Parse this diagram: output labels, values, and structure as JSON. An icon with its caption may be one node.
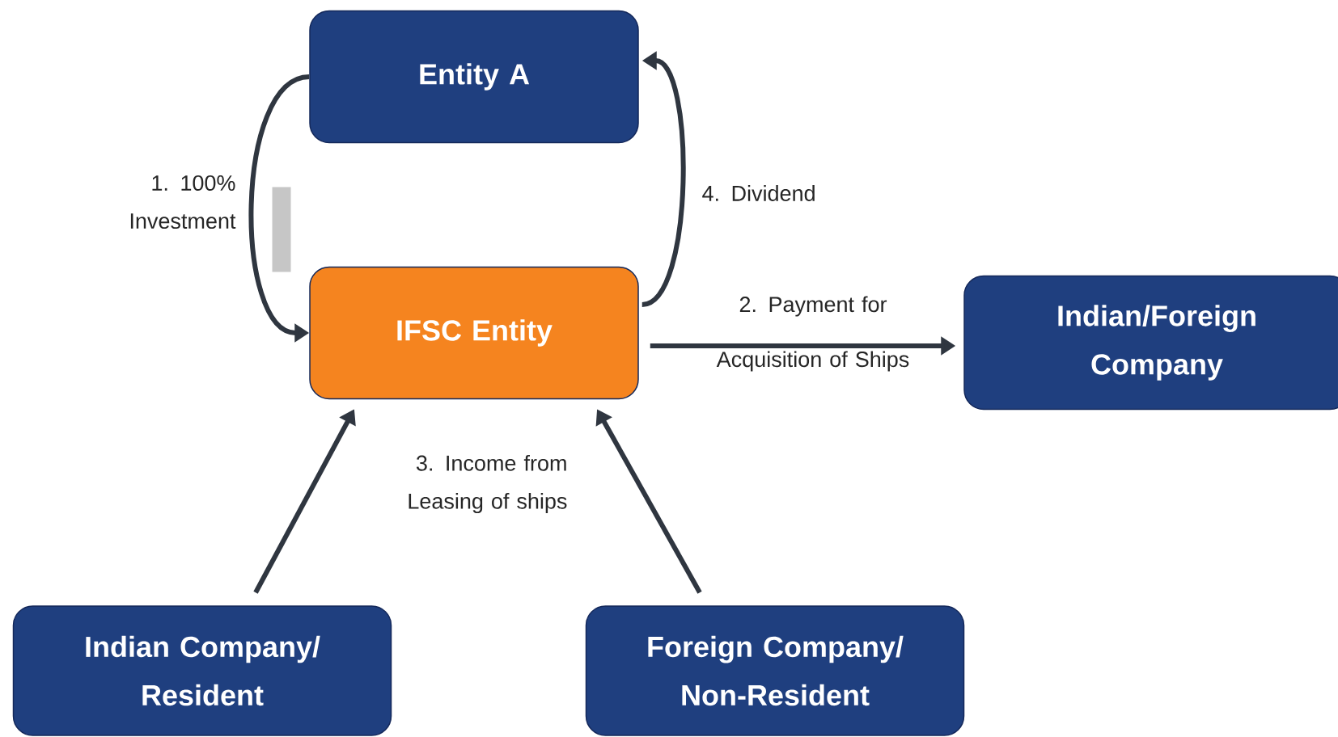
{
  "diagram": {
    "nodes": [
      {
        "text": [
          "Entity A"
        ]
      },
      {
        "text": [
          "IFSC Entity"
        ]
      },
      {
        "text": [
          "Indian/Foreign Company"
        ]
      },
      {
        "text": [
          "Indian Company/ Resident"
        ]
      },
      {
        "text": [
          "Foreign Company/ Non-Resident"
        ]
      },
      {
        "text": [],
        "shape": "bar"
      }
    ],
    "edges": [
      {
        "from": 0,
        "to": 1,
        "arrow": "to",
        "label": "1. 100% Investment"
      },
      {
        "from": 1,
        "to": 2,
        "arrow": "to",
        "label": "2. Payment for Acquisition of Ships"
      },
      {
        "from": 3,
        "to": 1,
        "arrow": "to",
        "label": "3. Income from Leasing of ships"
      },
      {
        "from": 4,
        "to": 1,
        "arrow": "to"
      },
      {
        "from": 1,
        "to": 0,
        "arrow": "to",
        "label": "4. Dividend"
      }
    ]
  }
}
